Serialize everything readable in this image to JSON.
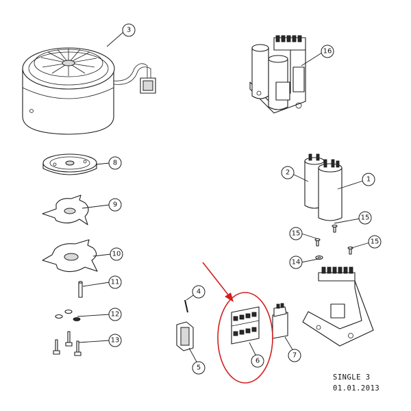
{
  "callouts": [
    {
      "label": "1"
    },
    {
      "label": "2"
    },
    {
      "label": "3"
    },
    {
      "label": "4"
    },
    {
      "label": "5"
    },
    {
      "label": "6"
    },
    {
      "label": "7"
    },
    {
      "label": "8"
    },
    {
      "label": "9"
    },
    {
      "label": "10"
    },
    {
      "label": "11"
    },
    {
      "label": "12"
    },
    {
      "label": "13"
    },
    {
      "label": "14"
    },
    {
      "label": "15"
    },
    {
      "label": "15"
    },
    {
      "label": "15"
    },
    {
      "label": "16"
    }
  ],
  "stamp": {
    "line1": "SINGLE 3",
    "line2": "01.01.2013"
  },
  "highlight": {
    "color": "#d11f1f",
    "target": "6"
  }
}
